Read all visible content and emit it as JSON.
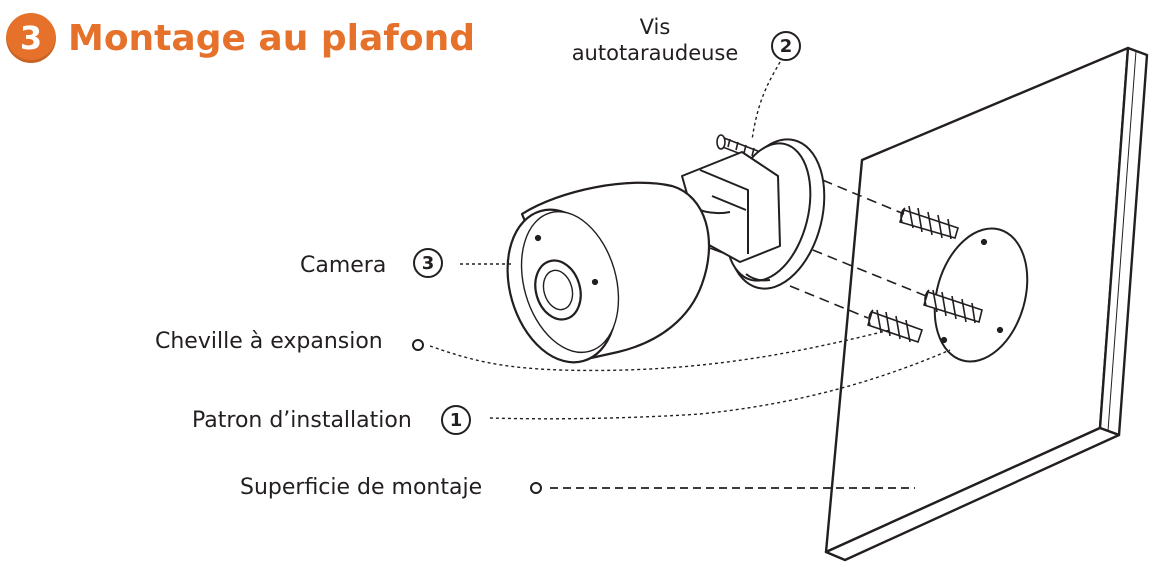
{
  "header": {
    "step_number": "3",
    "title": "Montage au plafond"
  },
  "callouts": {
    "vis": {
      "line1": "Vis",
      "line2": "autotaraudeuse",
      "number": "2"
    },
    "camera": {
      "label": "Camera",
      "number": "3"
    },
    "cheville": {
      "label": "Cheville à expansion"
    },
    "patron": {
      "label": "Patron d’installation",
      "number": "1"
    },
    "superficie": {
      "label": "Superficie de montaje"
    }
  },
  "colors": {
    "accent": "#e5712a",
    "ink": "#231f20"
  }
}
